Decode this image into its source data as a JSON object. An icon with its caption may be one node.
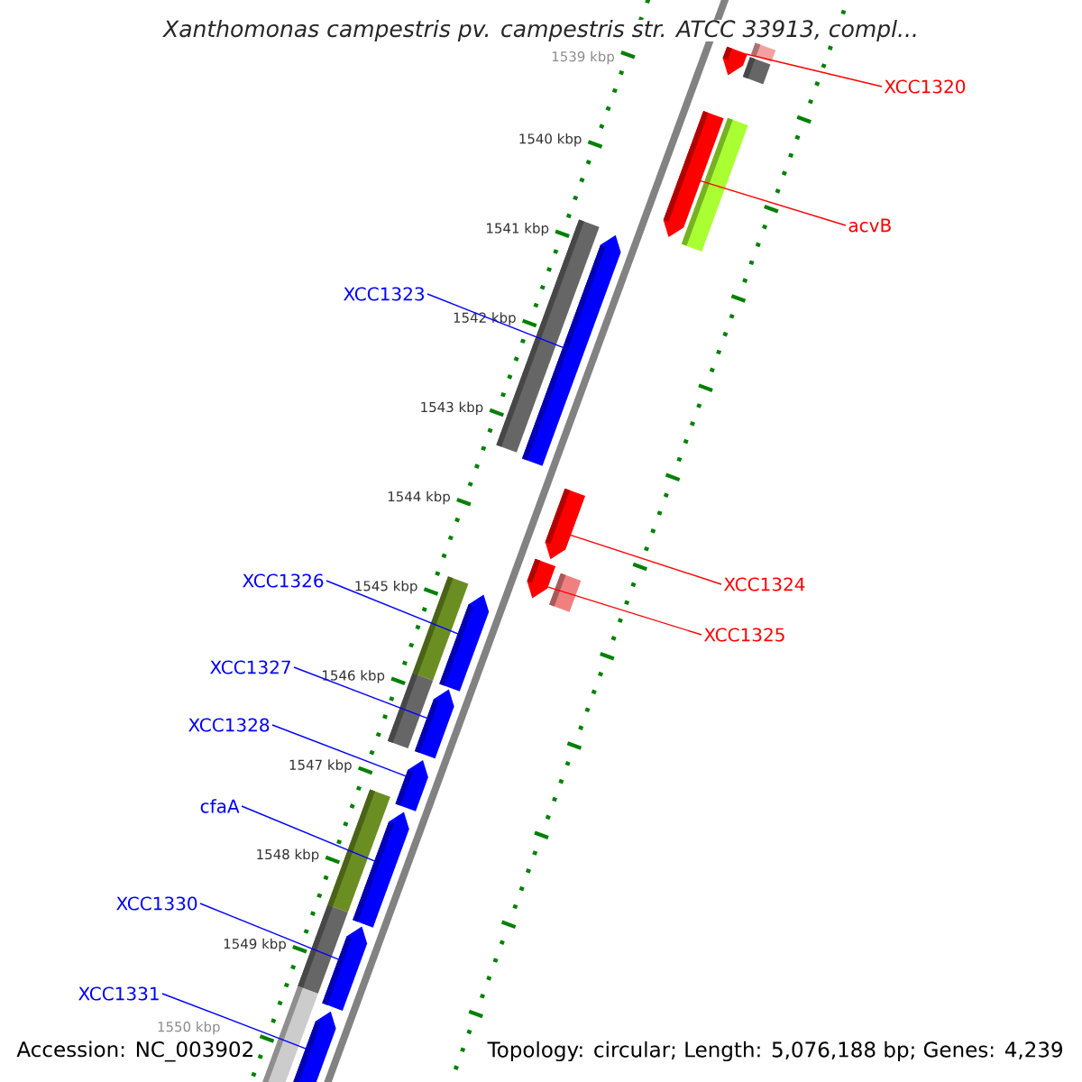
{
  "diagram": {
    "title": "Xanthomonas campestris pv. campestris str. ATCC 33913, compl...",
    "nodes": [
      {
        "text": [
          "XCC1320"
        ]
      },
      {
        "text": [
          "acvB"
        ]
      },
      {
        "text": [
          "XCC1323"
        ]
      },
      {
        "text": [
          "XCC1326"
        ]
      },
      {
        "text": [
          "XCC1324"
        ]
      },
      {
        "text": [
          "XCC1325"
        ]
      },
      {
        "text": [
          "XCC1327"
        ]
      },
      {
        "text": [
          "XCC1328"
        ]
      },
      {
        "text": [
          "cfaA"
        ]
      },
      {
        "text": [
          "XCC1330"
        ]
      },
      {
        "text": [
          "XCC1331"
        ]
      },
      {
        "text": [],
        "shape": "bar"
      },
      {
        "text": [],
        "shape": "bar"
      },
      {
        "text": [],
        "shape": "pentagon"
      },
      {
        "text": [],
        "shape": "pentagon"
      },
      {
        "text": [],
        "shape": "bar"
      },
      {
        "text": [],
        "shape": "pentagon"
      },
      {
        "text": [],
        "shape": "pentagon"
      },
      {
        "text": [],
        "shape": "bar"
      },
      {
        "text": [],
        "shape": "bar"
      },
      {
        "text": [],
        "shape": "pentagon"
      },
      {
        "text": [],
        "shape": "bar"
      },
      {
        "text": [],
        "shape": "bar"
      },
      {
        "text": [],
        "shape": "pentagon"
      },
      {
        "text": [],
        "shape": "pentagon"
      },
      {
        "text": [],
        "shape": "pentagon"
      },
      {
        "text": [],
        "shape": "bar"
      },
      {
        "text": [],
        "shape": "pentagon"
      },
      {
        "text": [],
        "shape": "bar"
      },
      {
        "text": [],
        "shape": "pentagon"
      },
      {
        "text": [],
        "shape": "bar"
      },
      {
        "text": [],
        "shape": "pentagon"
      }
    ],
    "edges": [
      {
        "from": 0,
        "to": 13,
        "arrow": "none",
        "color": "#ff0000"
      },
      {
        "from": 1,
        "to": 14,
        "arrow": "none",
        "color": "#ff0000"
      },
      {
        "from": 2,
        "to": 20,
        "arrow": "none"
      },
      {
        "from": 3,
        "to": 23,
        "arrow": "none"
      },
      {
        "from": 4,
        "to": 16,
        "arrow": "none",
        "color": "#ff0000"
      },
      {
        "from": 5,
        "to": 17,
        "arrow": "none",
        "color": "#ff0000"
      },
      {
        "from": 6,
        "to": 24,
        "arrow": "none"
      },
      {
        "from": 7,
        "to": 25,
        "arrow": "none"
      },
      {
        "from": 8,
        "to": 27,
        "arrow": "none"
      },
      {
        "from": 9,
        "to": 29,
        "arrow": "none"
      },
      {
        "from": 10,
        "to": 31,
        "arrow": "none"
      }
    ],
    "labels": [
      "1539 kbp",
      "1540 kbp",
      "1541 kbp",
      "1542 kbp",
      "1543 kbp",
      "1544 kbp",
      "1545 kbp",
      "1546 kbp",
      "1547 kbp",
      "1548 kbp",
      "1549 kbp",
      "1550 kbp",
      "Accession: NC_003902",
      "Topology: circular; Length: 5,076,188 bp; Genes: 4,239"
    ]
  }
}
